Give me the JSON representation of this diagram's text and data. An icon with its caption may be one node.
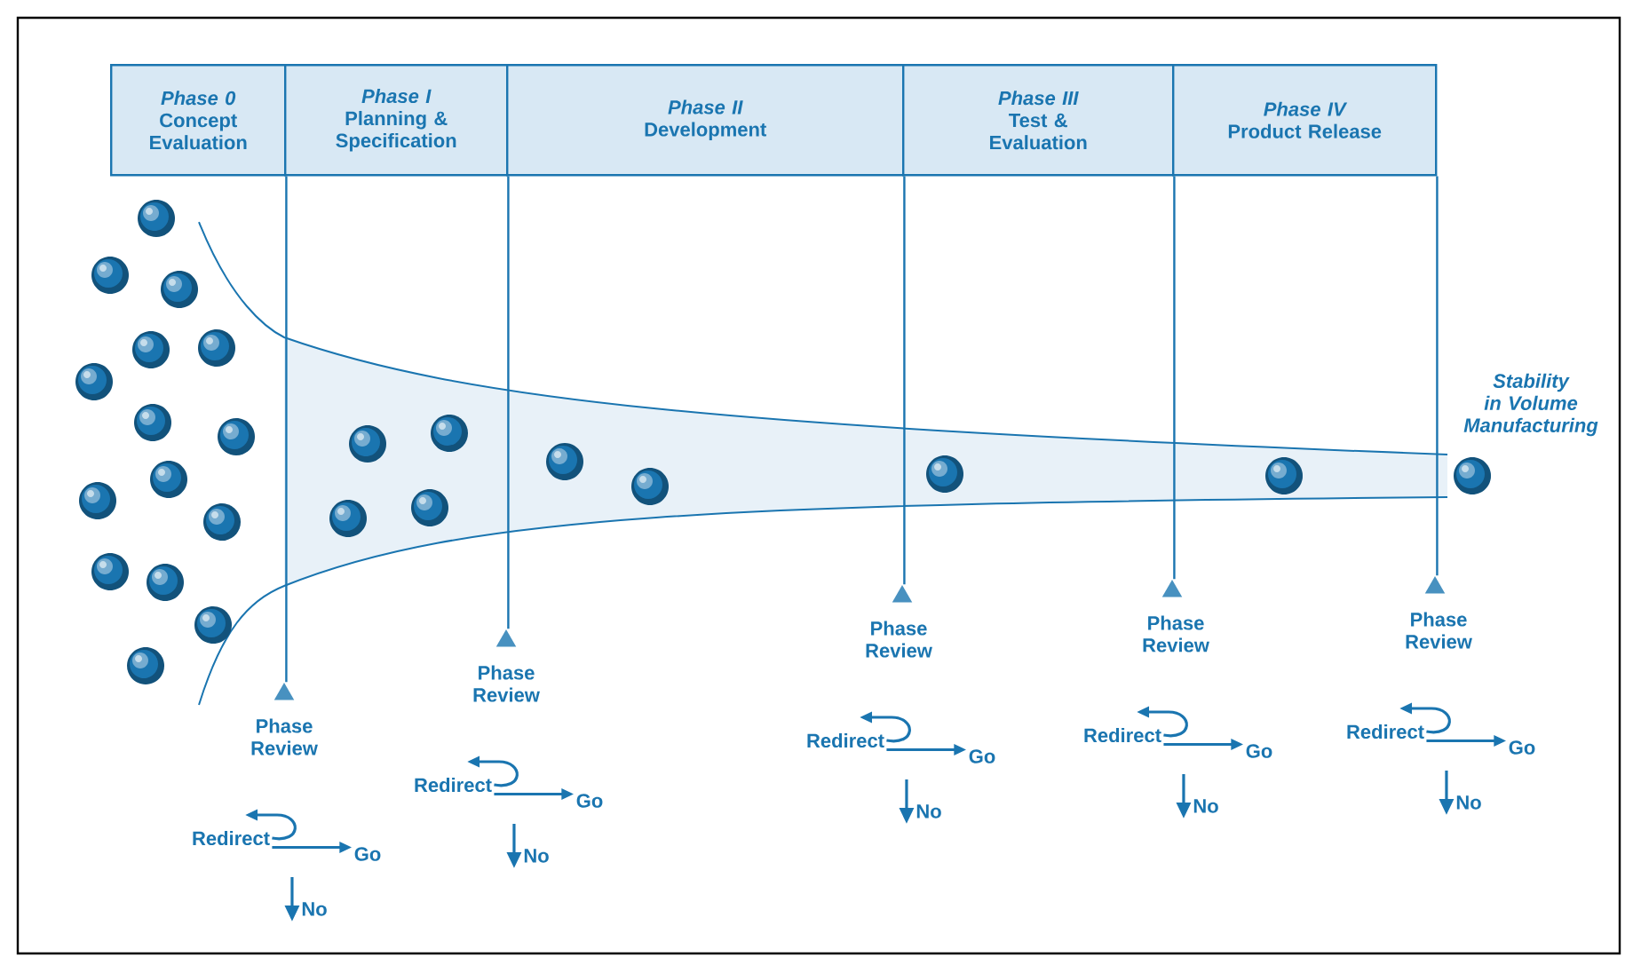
{
  "diagram": {
    "nodes": [
      {
        "text": [
          "Phase 0",
          "Concept Evaluation"
        ]
      },
      {
        "text": [
          "Phase I",
          "Planning & Specification"
        ]
      },
      {
        "text": [
          "Phase II",
          "Development"
        ]
      },
      {
        "text": [
          "Phase III",
          "Test & Evaluation"
        ]
      },
      {
        "text": [
          "Phase IV",
          "Product Release"
        ]
      },
      {
        "text": [],
        "shape": "triangle"
      },
      {
        "text": [
          "Phase Review"
        ]
      },
      {
        "text": [
          "Redirect"
        ]
      },
      {
        "text": [
          "Go"
        ]
      },
      {
        "text": [
          "No"
        ]
      },
      {
        "text": [],
        "shape": "triangle"
      },
      {
        "text": [
          "Phase Review"
        ]
      },
      {
        "text": [
          "Redirect"
        ]
      },
      {
        "text": [
          "Go"
        ]
      },
      {
        "text": [
          "No"
        ]
      },
      {
        "text": [],
        "shape": "triangle"
      },
      {
        "text": [
          "Phase Review"
        ]
      },
      {
        "text": [
          "Redirect"
        ]
      },
      {
        "text": [
          "Go"
        ]
      },
      {
        "text": [
          "No"
        ]
      },
      {
        "text": [],
        "shape": "triangle"
      },
      {
        "text": [
          "Phase Review"
        ]
      },
      {
        "text": [
          "Redirect"
        ]
      },
      {
        "text": [
          "Go"
        ]
      },
      {
        "text": [
          "No"
        ]
      },
      {
        "text": [],
        "shape": "triangle"
      },
      {
        "text": [
          "Phase Review"
        ]
      },
      {
        "text": [
          "Redirect"
        ]
      },
      {
        "text": [
          "Go"
        ]
      },
      {
        "text": [
          "No"
        ]
      }
    ],
    "edges": [
      {
        "from": 0,
        "to": 5,
        "arrow": "none"
      },
      {
        "from": 7,
        "to": null,
        "arrow": "to"
      },
      {
        "from": 7,
        "to": 8,
        "arrow": "to"
      },
      {
        "from": null,
        "to": 9,
        "arrow": "to"
      },
      {
        "from": 1,
        "to": 10,
        "arrow": "none"
      },
      {
        "from": 12,
        "to": null,
        "arrow": "to"
      },
      {
        "from": 12,
        "to": 13,
        "arrow": "to"
      },
      {
        "from": null,
        "to": 14,
        "arrow": "to"
      },
      {
        "from": 2,
        "to": 15,
        "arrow": "none"
      },
      {
        "from": 17,
        "to": null,
        "arrow": "to"
      },
      {
        "from": 17,
        "to": 18,
        "arrow": "to"
      },
      {
        "from": null,
        "to": 19,
        "arrow": "to"
      },
      {
        "from": 3,
        "to": 20,
        "arrow": "none"
      },
      {
        "from": 22,
        "to": null,
        "arrow": "to"
      },
      {
        "from": 22,
        "to": 23,
        "arrow": "to"
      },
      {
        "from": null,
        "to": 24,
        "arrow": "to"
      },
      {
        "from": 4,
        "to": 25,
        "arrow": "none"
      },
      {
        "from": 27,
        "to": null,
        "arrow": "to"
      },
      {
        "from": 27,
        "to": 28,
        "arrow": "to"
      },
      {
        "from": null,
        "to": 29,
        "arrow": "to"
      }
    ],
    "labels": [
      "Stability in Volume Manufacturing"
    ]
  }
}
